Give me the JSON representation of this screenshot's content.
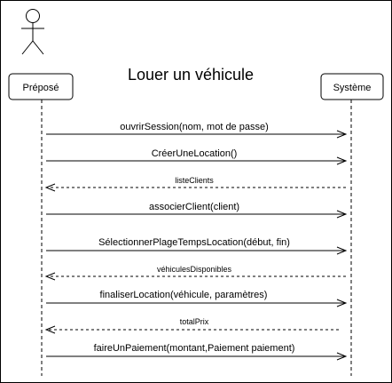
{
  "title": "Louer un véhicule",
  "actors": [
    {
      "name": "Préposé",
      "figure_icon": "stick-figure-actor"
    },
    {
      "name": "Système"
    }
  ],
  "messages": [
    {
      "label": "ouvrirSession(nom, mot de passe)",
      "type": "call",
      "direction": "right"
    },
    {
      "label": "CréerUneLocation()",
      "type": "call",
      "direction": "right"
    },
    {
      "label": "listeClients",
      "type": "return",
      "direction": "left"
    },
    {
      "label": "associerClient(client)",
      "type": "call",
      "direction": "right"
    },
    {
      "label": "SélectionnerPlageTempsLocation(début, fin)",
      "type": "call",
      "direction": "right"
    },
    {
      "label": "véhiculesDisponibles",
      "type": "return",
      "direction": "left"
    },
    {
      "label": "finaliserLocation(véhicule, paramètres)",
      "type": "call",
      "direction": "right"
    },
    {
      "label": "totalPrix",
      "type": "return",
      "direction": "left"
    },
    {
      "label": "faireUnPaiement(montant,Paiement paiement)",
      "type": "call",
      "direction": "right"
    }
  ],
  "colors": {
    "line": "#000000",
    "box_fill": "#ffffff",
    "background": "#ffffff"
  }
}
